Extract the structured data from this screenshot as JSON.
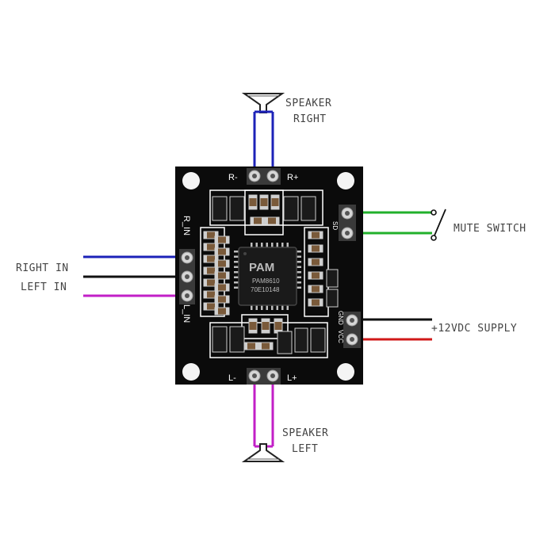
{
  "labels": {
    "speaker_right": [
      "SPEAKER",
      "RIGHT"
    ],
    "speaker_left": [
      "SPEAKER",
      "LEFT"
    ],
    "mute_switch": "MUTE SWITCH",
    "supply": "+12VDC SUPPLY",
    "right_in": "RIGHT IN",
    "left_in": "LEFT IN"
  },
  "board": {
    "pad_r_minus": "R-",
    "pad_r_plus": "R+",
    "pad_l_minus": "L-",
    "pad_l_plus": "L+",
    "silk_r_in": "R_IN",
    "silk_l_in": "L_IN",
    "silk_sd": "SD",
    "silk_vcc": "VCC",
    "silk_gnd": "GND",
    "chip_logo": "PAM",
    "chip_model": "PAM8610",
    "chip_code": "70E10148"
  },
  "colors": {
    "board": "#0b0b0b",
    "wire_blue": "#1c22b8",
    "wire_magenta": "#c21fc7",
    "wire_green": "#21b02b",
    "wire_black": "#111111",
    "wire_red": "#d01818"
  }
}
